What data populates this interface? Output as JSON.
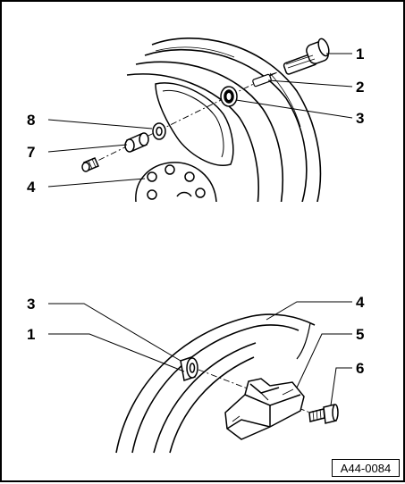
{
  "figure_id": "A44-0084",
  "upper_diagram": {
    "callouts": [
      "1",
      "2",
      "3",
      "8",
      "7",
      "4"
    ]
  },
  "lower_diagram": {
    "callouts": [
      "3",
      "1",
      "4",
      "5",
      "6"
    ]
  }
}
